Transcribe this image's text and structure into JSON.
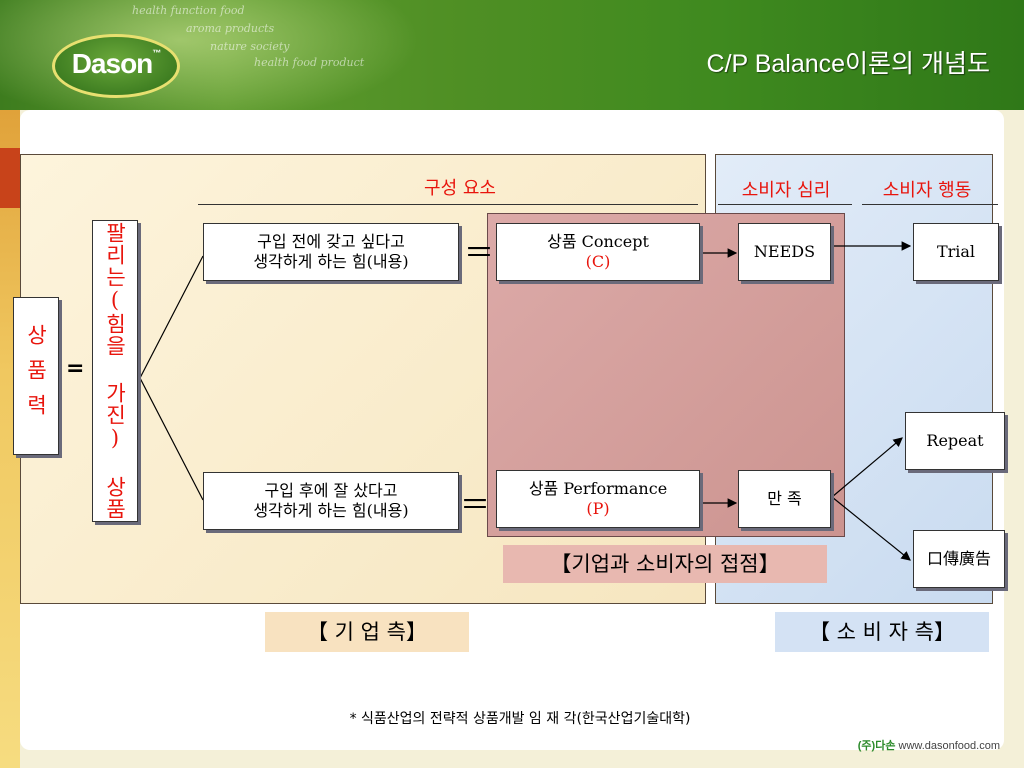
{
  "header": {
    "logo_text": "Dason",
    "logo_tm": "™",
    "taglines": [
      "health function food",
      "aroma products",
      "nature society",
      "health food product"
    ],
    "title": "C/P Balance이론의 개념도"
  },
  "diagram": {
    "headers": {
      "components": "구성 요소",
      "psychology": "소비자 심리",
      "behavior": "소비자 행동"
    },
    "product_power": "상품력",
    "equals": "=",
    "selling_product": "팔리는(힘을 가진) 상품",
    "before_purchase": {
      "line1": "구입 전에 갖고 싶다고",
      "line2": "생각하게 하는 힘(내용)"
    },
    "after_purchase": {
      "line1": "구입 후에 잘 샀다고",
      "line2": "생각하게 하는 힘(내용)"
    },
    "equiv": "＝",
    "concept": {
      "line1": "상품 Concept",
      "line2": "(C)"
    },
    "performance": {
      "line1": "상품 Performance",
      "line2": "(P)"
    },
    "needs": "NEEDS",
    "satisfaction": "만 족",
    "trial": "Trial",
    "repeat": "Repeat",
    "word_of_mouth": "口傳廣告",
    "contact_point": "【기업과 소비자의 접점】",
    "company_side": "【 기  업  측】",
    "consumer_side": "【 소 비 자 측】"
  },
  "footer": {
    "source": "* 식품산업의 전략적 상품개발  임 재 각(한국산업기술대학)",
    "brand": "(주)다손",
    "url": "www.dasonfood.com"
  },
  "colors": {
    "accent_red": "#e8140c",
    "header_green": "#4f8f24"
  }
}
